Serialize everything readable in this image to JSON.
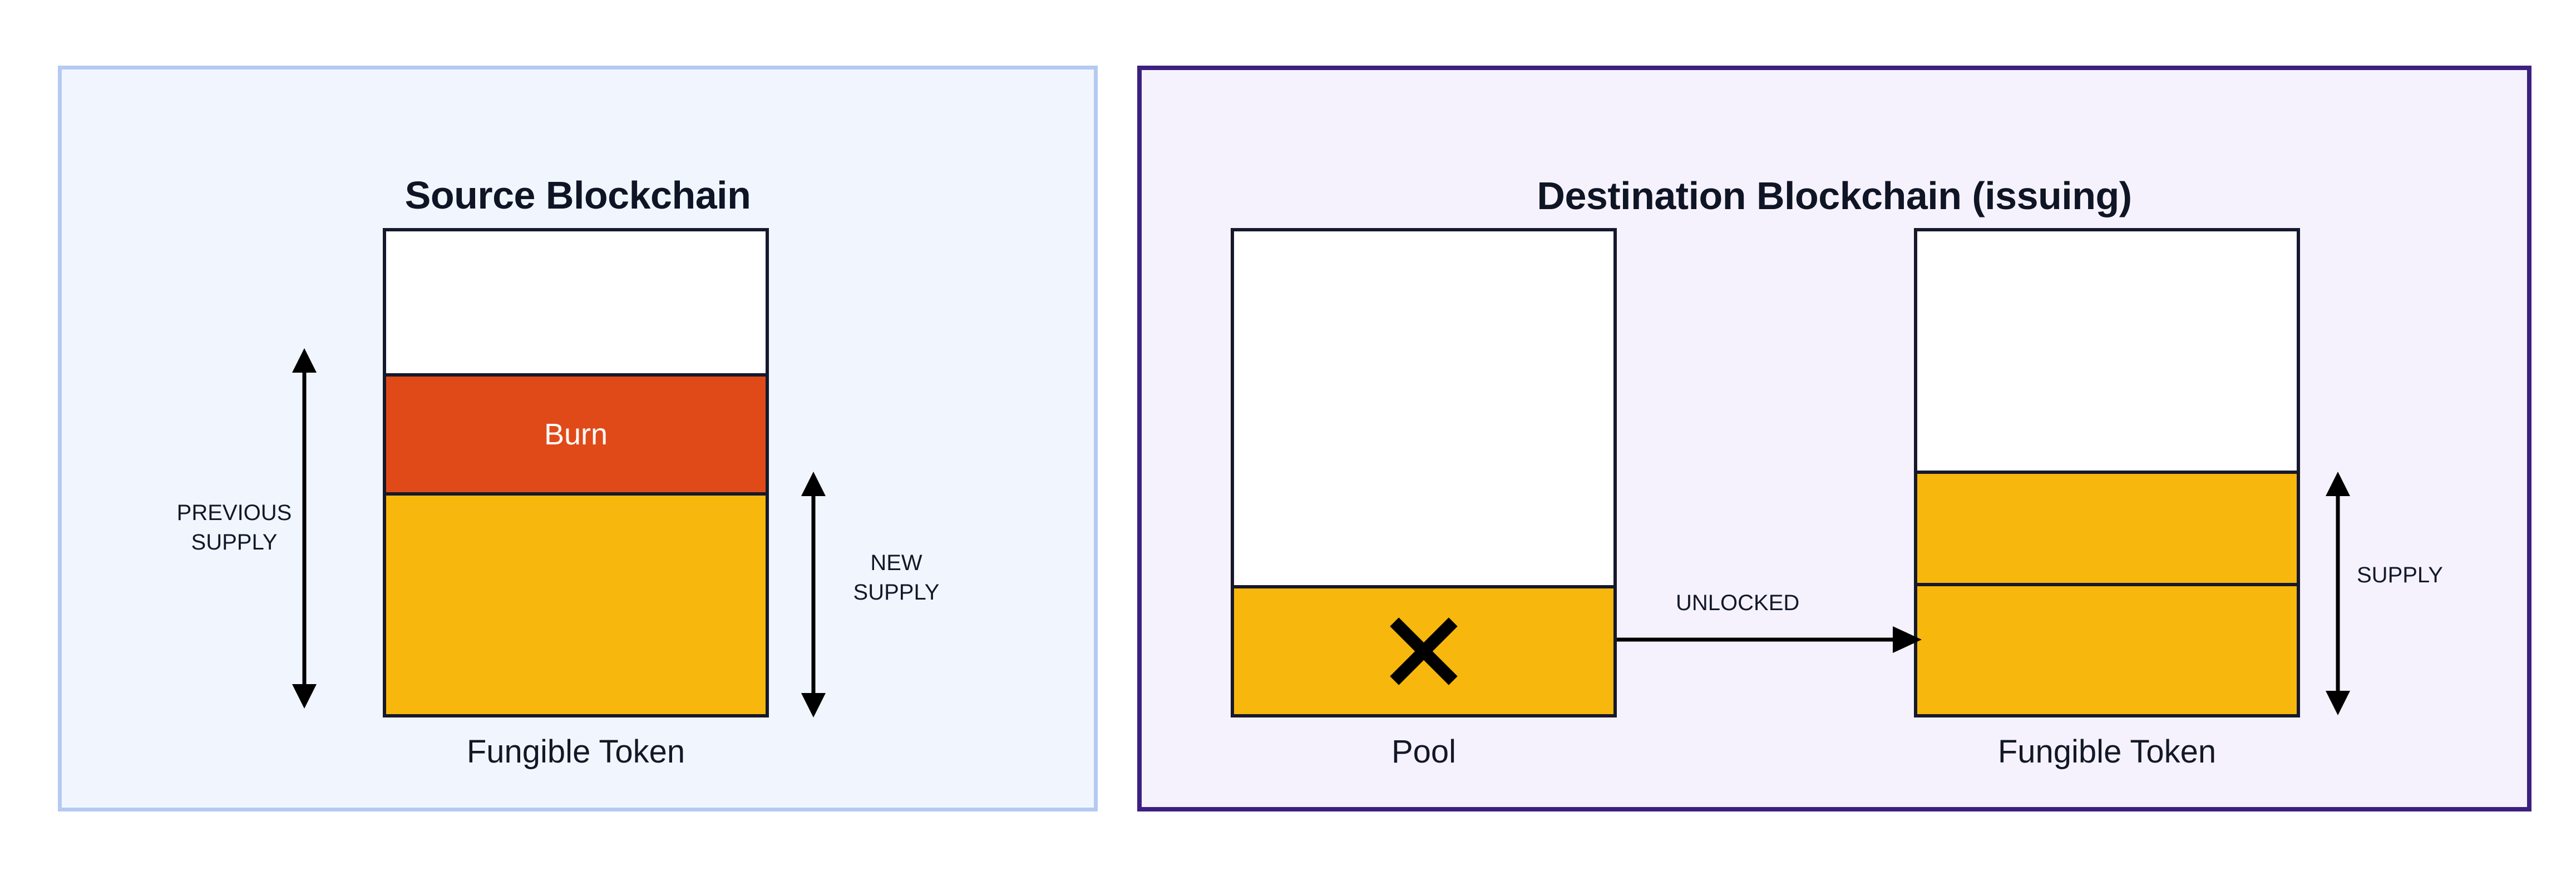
{
  "diagram": {
    "title_source": "Source Blockchain",
    "title_destination": "Destination Blockchain (issuing)"
  },
  "source_panel": {
    "title": "Source Blockchain",
    "background_color": "#f1f6fe",
    "border_color": "#b4caf2",
    "token_stack": {
      "caption": "Fungible Token",
      "segments": [
        {
          "name": "headroom",
          "label": "",
          "color": "#ffffff"
        },
        {
          "name": "burn",
          "label": "Burn",
          "color": "#e04a18"
        },
        {
          "name": "remaining-supply",
          "label": "",
          "color": "#f7b70c"
        }
      ]
    },
    "measures": [
      {
        "name": "previous-supply",
        "label": "PREVIOUS\nSUPPLY"
      },
      {
        "name": "new-supply",
        "label": "NEW\nSUPPLY"
      }
    ]
  },
  "destination_panel": {
    "title": "Destination Blockchain (issuing)",
    "background_color": "#f5f2fd",
    "border_color": "#3d2080",
    "pool_stack": {
      "caption": "Pool",
      "marker_icon": "x-mark-icon",
      "segments": [
        {
          "name": "pool-headroom",
          "label": "",
          "color": "#ffffff"
        },
        {
          "name": "pool-locked",
          "label": "",
          "color": "#f7b70c"
        }
      ]
    },
    "token_stack": {
      "caption": "Fungible Token",
      "segments": [
        {
          "name": "headroom",
          "label": "",
          "color": "#ffffff"
        },
        {
          "name": "existing-supply",
          "label": "",
          "color": "#f7b70c"
        },
        {
          "name": "unlocked-supply",
          "label": "",
          "color": "#f7b70c"
        }
      ]
    },
    "flow": {
      "name": "unlocked-flow",
      "label": "UNLOCKED"
    },
    "measures": [
      {
        "name": "dest-supply",
        "label": "SUPPLY"
      }
    ]
  },
  "labels": {
    "burn": "Burn",
    "fungible_token": "Fungible Token",
    "pool": "Pool",
    "previous_supply_line1": "PREVIOUS",
    "previous_supply_line2": "SUPPLY",
    "new_supply_line1": "NEW",
    "new_supply_line2": "SUPPLY",
    "unlocked": "UNLOCKED",
    "supply": "SUPPLY"
  },
  "colors": {
    "amber": "#f7b70c",
    "burn_red": "#e04a18",
    "stroke": "#16192b",
    "source_border": "#b4caf2",
    "source_fill": "#f1f6fe",
    "destination_border": "#3d2080",
    "destination_fill": "#f5f2fd"
  }
}
